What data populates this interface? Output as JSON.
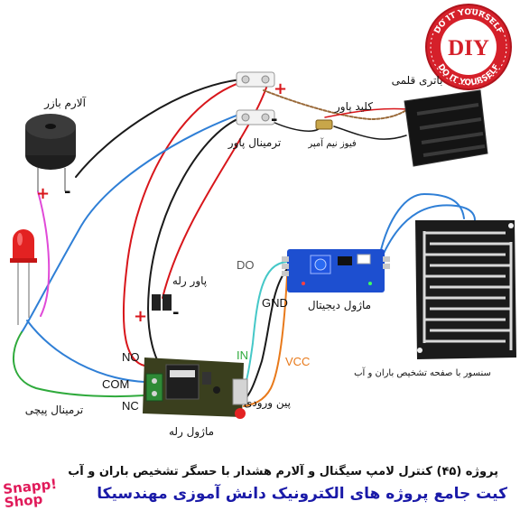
{
  "badge": {
    "top_text": "DO IT YOURSELF",
    "center": "DIY",
    "bottom_text": "DO IT YOURSELF",
    "color": "#d5202a"
  },
  "labels": {
    "buzzer": "آلارم بازر",
    "battery": "باتری قلمی",
    "power_switch": "کلید پاور",
    "fuse": "فیوز نیم آمپر",
    "power_terminal": "ترمینال پاور",
    "relay_power": "پاور رله",
    "digital_module": "ماژول دیجیتال",
    "rain_sensor": "سنسور با صفحه تشخیص  باران و آب",
    "screw_terminal": "ترمینال پیچی",
    "relay_module": "ماژول رله",
    "input_pin": "پین ورودی",
    "plus": "+",
    "minus": "-"
  },
  "pins": {
    "no": "NO",
    "com": "COM",
    "nc": "NC",
    "in": "IN",
    "vcc": "VCC",
    "gnd": "GND",
    "do": "DO"
  },
  "footer": {
    "title": "پروژه (۴۵) کنترل لامپ سیگنال و آلارم هشدار با حسگر تشخیص باران و آب",
    "subtitle": "کیت جامع پروژه های الکترونیک دانش آموزی مهندسیکا",
    "brand_line1": "Snapp!",
    "brand_line2": "Shop"
  },
  "colors": {
    "wire_red": "#d8161b",
    "wire_black": "#1a1a1a",
    "wire_blue": "#2f7fd6",
    "wire_green": "#2faa3c",
    "wire_orange": "#e8791a",
    "wire_pink": "#e04ad8",
    "wire_cyan": "#45c8c8",
    "board_blue": "#1d4fd0",
    "relay_board": "#3a3f1e",
    "footer_blue": "#1a1aa8",
    "brand_pink": "#e01a5a"
  }
}
